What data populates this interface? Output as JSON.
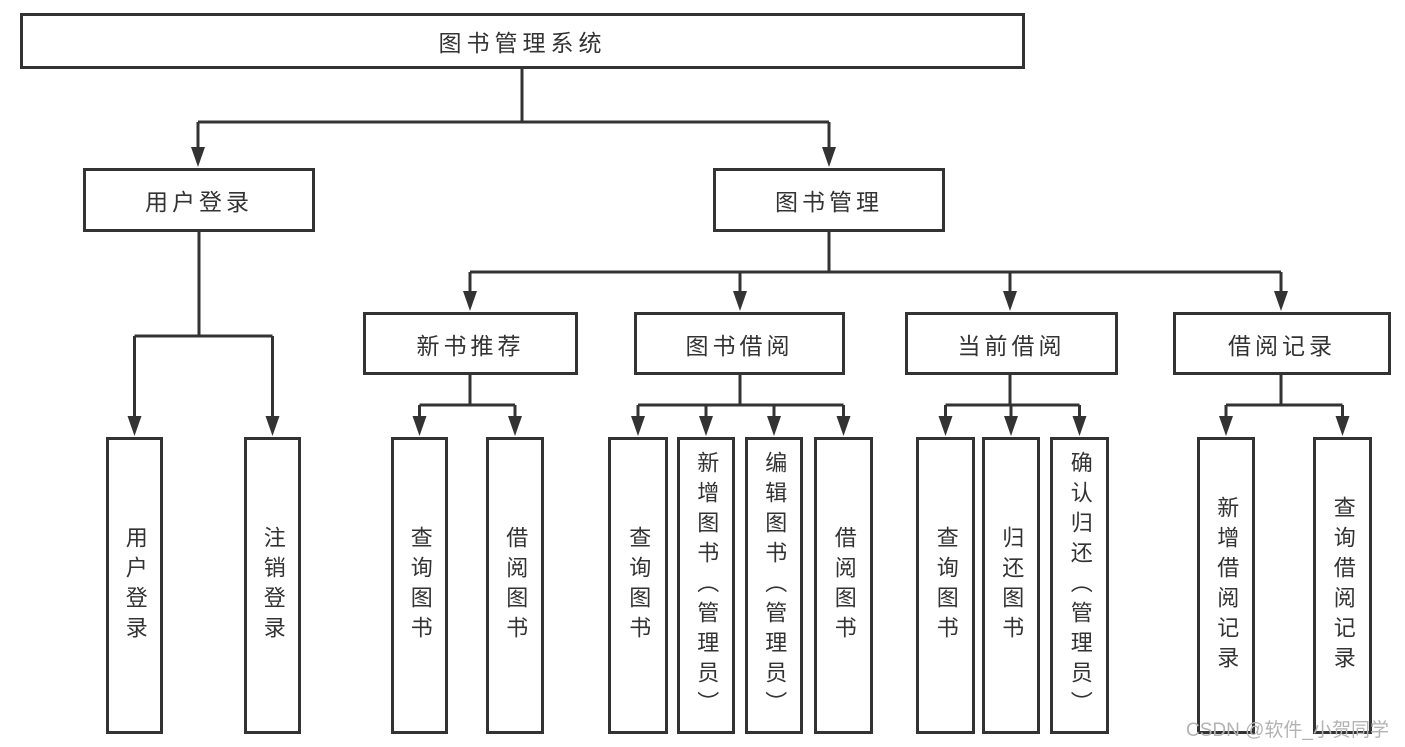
{
  "root": {
    "label": "图书管理系统"
  },
  "branches": [
    {
      "label": "用户登录",
      "children": [
        {
          "label": "用户登录"
        },
        {
          "label": "注销登录"
        }
      ]
    },
    {
      "label": "图书管理",
      "groups": [
        {
          "label": "新书推荐",
          "children": [
            {
              "label": "查询图书"
            },
            {
              "label": "借阅图书"
            }
          ]
        },
        {
          "label": "图书借阅",
          "children": [
            {
              "label": "查询图书"
            },
            {
              "label": "新增图书（管理员）"
            },
            {
              "label": "编辑图书（管理员）"
            },
            {
              "label": "借阅图书"
            }
          ]
        },
        {
          "label": "当前借阅",
          "children": [
            {
              "label": "查询图书"
            },
            {
              "label": "归还图书"
            },
            {
              "label": "确认归还（管理员）"
            }
          ]
        },
        {
          "label": "借阅记录",
          "children": [
            {
              "label": "新增借阅记录"
            },
            {
              "label": "查询借阅记录"
            }
          ]
        }
      ]
    }
  ],
  "watermark": {
    "text": "CSDN @软件_小贺同学"
  },
  "colors": {
    "line": "#333333",
    "text": "#333333",
    "background": "#ffffff",
    "watermark": "#b3b3b3"
  }
}
